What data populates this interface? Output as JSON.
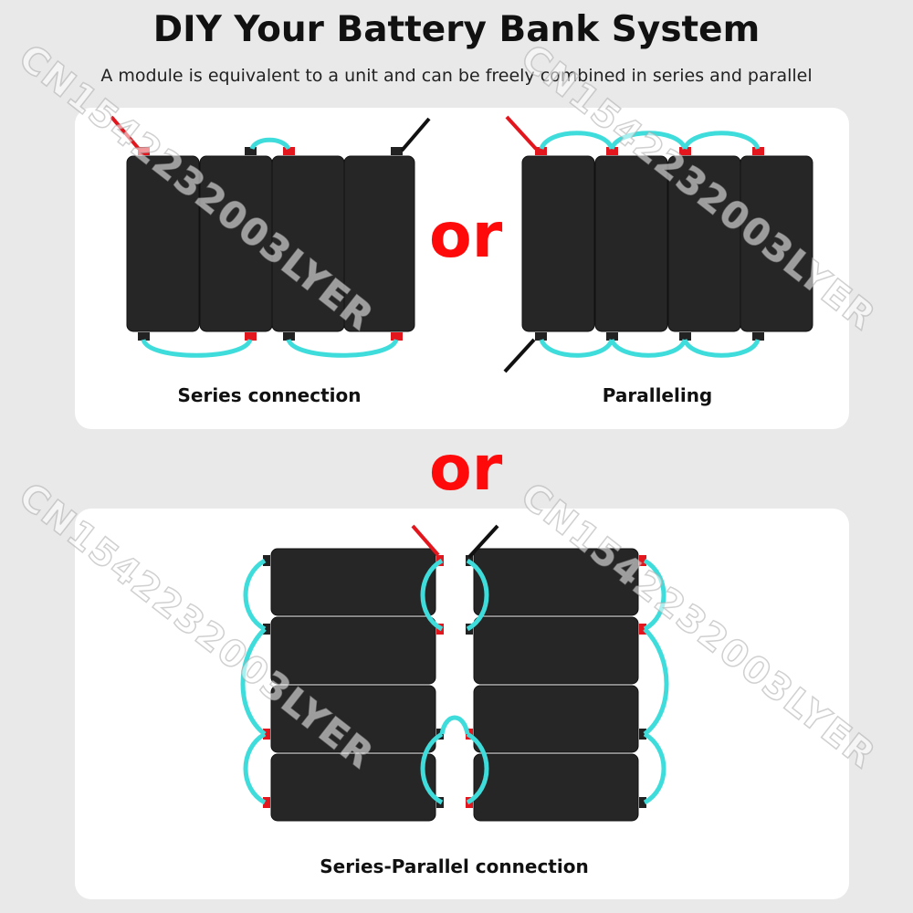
{
  "header": {
    "title": "DIY Your Battery Bank System",
    "subtitle": "A module is equivalent to a unit and can be freely combined in series and parallel"
  },
  "connector_word": "or",
  "captions": {
    "series": "Series connection",
    "parallel": "Paralleling",
    "series_parallel": "Series-Parallel connection"
  },
  "watermark": "CN1542232003LYER",
  "colors": {
    "battery": "#262626",
    "cable": "#3fdcdc",
    "positive_terminal": "#e4161d",
    "negative_terminal": "#222222",
    "accent": "#ff0a0a"
  }
}
